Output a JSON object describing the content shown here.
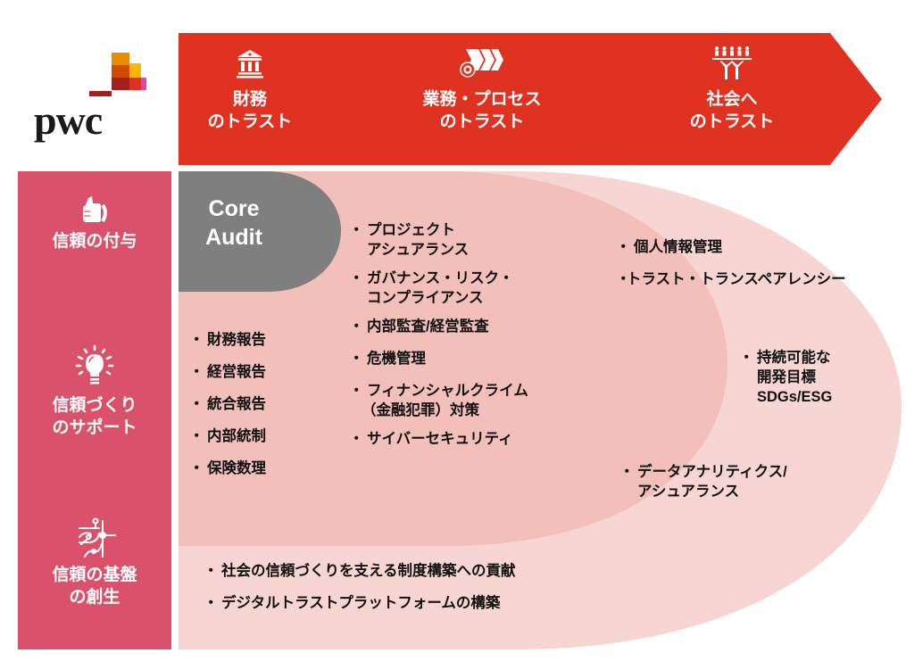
{
  "logo": {
    "text": "pwc",
    "colors": [
      "#db3a1f",
      "#e0301e",
      "#eb8c00",
      "#ffb600",
      "#d04a02",
      "#a32020",
      "#e4479f"
    ]
  },
  "header": {
    "color": "#df3220",
    "items": [
      {
        "icon": "bank-building-icon",
        "line1": "財務",
        "line2": "のトラスト"
      },
      {
        "icon": "process-chevrons-gear-icon",
        "line1": "業務・プロセス",
        "line2": "のトラスト"
      },
      {
        "icon": "people-supporting-society-icon",
        "line1": "社会へ",
        "line2": "のトラスト"
      }
    ]
  },
  "left_column": {
    "color": "#d9516b",
    "items": [
      {
        "icon": "thumbs-up-icon",
        "line1": "信頼の付与",
        "line2": ""
      },
      {
        "icon": "lightbulb-icon",
        "line1": "信頼づくり",
        "line2": "のサポート"
      },
      {
        "icon": "circuit-network-icon",
        "line1": "信頼の基盤",
        "line2": "の創生"
      }
    ]
  },
  "colors": {
    "core_audit": "#7f7f7f",
    "inner_ellipse": "#f3bfbb",
    "outer_ellipse": "#f7d5d2",
    "text": "#111111"
  },
  "core_audit": {
    "line1": "Core",
    "line2": "Audit",
    "items": [
      "財務報告",
      "経営報告",
      "統合報告",
      "内部統制",
      "保険数理"
    ]
  },
  "process_trust": {
    "items": [
      {
        "line1": "プロジェクト",
        "line2": "アシュアランス"
      },
      {
        "line1": "ガバナンス・リスク・",
        "line2": "コンプライアンス"
      },
      {
        "line1": "内部監査/経営監査",
        "line2": ""
      },
      {
        "line1": "危機管理",
        "line2": ""
      },
      {
        "line1": "フィナンシャルクライム",
        "line2": "（金融犯罪）対策"
      },
      {
        "line1": "サイバーセキュリティ",
        "line2": ""
      }
    ]
  },
  "society_trust": {
    "top_items": [
      "個人情報管理",
      "トラスト・トランスペアレンシー"
    ],
    "sdg_item": {
      "line1": "持続可能な",
      "line2": "開発目標",
      "line3": "SDGs/ESG"
    },
    "data_item": {
      "line1": "データアナリティクス/",
      "line2": "アシュアランス"
    }
  },
  "foundation": {
    "items": [
      "社会の信頼づくりを支える制度構築への貢献",
      "デジタルトラストプラットフォームの構築"
    ]
  }
}
